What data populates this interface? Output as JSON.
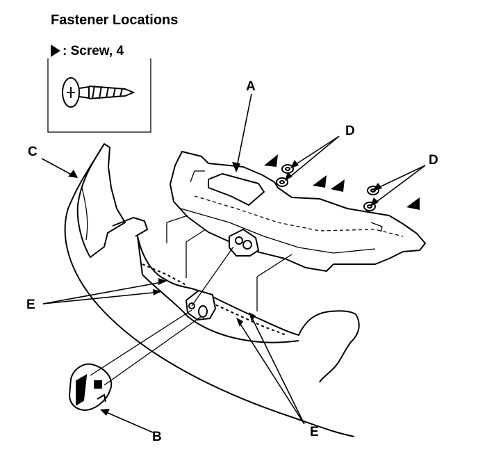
{
  "title": "Fastener Locations",
  "legend": {
    "symbol": "filled-triangle-arrow",
    "text": ": Screw, 4"
  },
  "callouts": {
    "a": "A",
    "b": "B",
    "c": "C",
    "d1": "D",
    "d2": "D",
    "e1": "E",
    "e2": "E"
  }
}
